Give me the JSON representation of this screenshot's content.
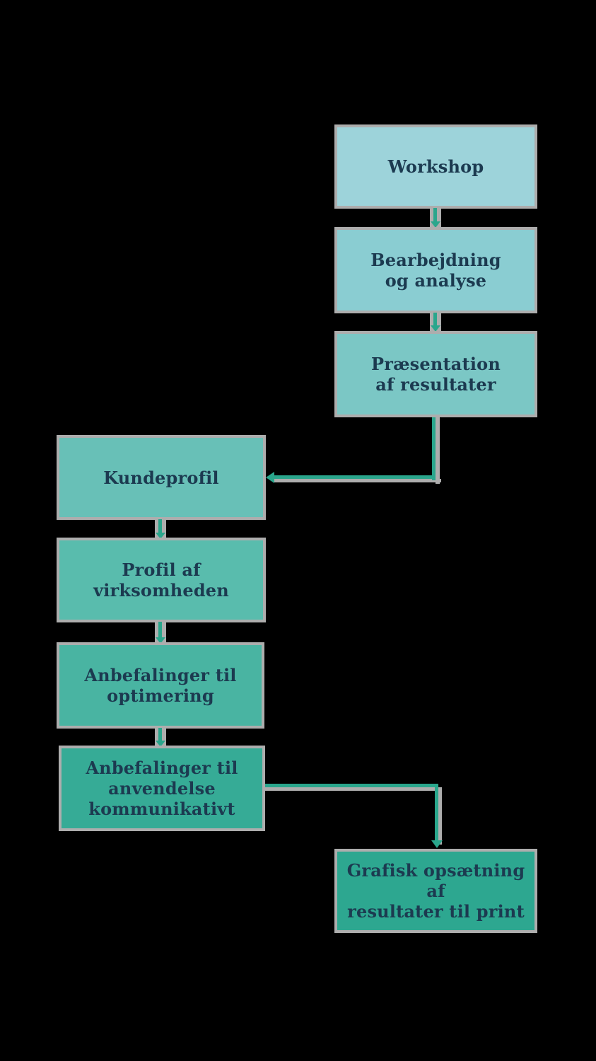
{
  "diagram": {
    "background_color": "#000000",
    "text_color": "#1c3a50",
    "border_color": "#adadad",
    "arrow_color": "#2aa68c",
    "boxes": [
      {
        "id": "workshop",
        "label": "Workshop",
        "color": "#9dd3da"
      },
      {
        "id": "bearbejdning-og-analyse",
        "label": "Bearbejdning\nog analyse",
        "color": "#8acdd2"
      },
      {
        "id": "praesentation-af-resultater",
        "label": "Præsentation\naf resultater",
        "color": "#7bc7c5"
      },
      {
        "id": "kundeprofil",
        "label": "Kundeprofil",
        "color": "#68c0b7"
      },
      {
        "id": "profil-af-virksomheden",
        "label": "Profil af\nvirksomheden",
        "color": "#59bcad"
      },
      {
        "id": "anbefalinger-til-optimering",
        "label": "Anbefalinger til\noptimering",
        "color": "#49b4a2"
      },
      {
        "id": "anbefalinger-til-anvendelse",
        "label": "Anbefalinger til\nanvendelse\nkommunikativt",
        "color": "#36ab96"
      },
      {
        "id": "grafisk-opsaetning",
        "label": "Grafisk opsætning af\nresultater til print",
        "color": "#2da790"
      }
    ],
    "connectors": [
      {
        "from": "workshop",
        "to": "bearbejdning-og-analyse",
        "type": "straight-down"
      },
      {
        "from": "bearbejdning-og-analyse",
        "to": "praesentation-af-resultater",
        "type": "straight-down"
      },
      {
        "from": "praesentation-af-resultater",
        "to": "kundeprofil",
        "type": "elbow-down-left"
      },
      {
        "from": "kundeprofil",
        "to": "profil-af-virksomheden",
        "type": "straight-down"
      },
      {
        "from": "profil-af-virksomheden",
        "to": "anbefalinger-til-optimering",
        "type": "straight-down"
      },
      {
        "from": "anbefalinger-til-optimering",
        "to": "anbefalinger-til-anvendelse",
        "type": "straight-down"
      },
      {
        "from": "anbefalinger-til-anvendelse",
        "to": "grafisk-opsaetning",
        "type": "elbow-right-down"
      }
    ]
  }
}
